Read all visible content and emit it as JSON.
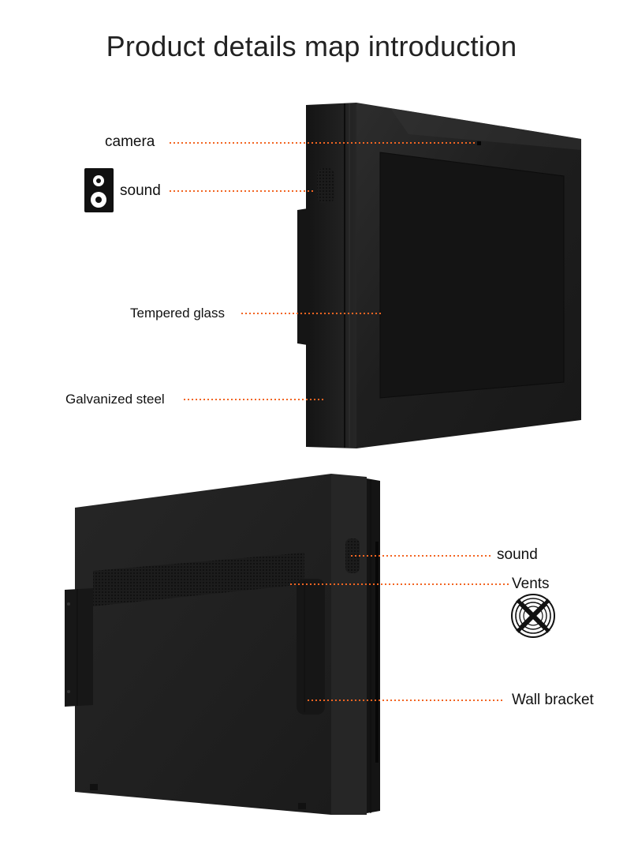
{
  "title": "Product details map introduction",
  "top_view": {
    "callouts": {
      "camera": "camera",
      "sound": "sound",
      "tempered_glass": "Tempered glass",
      "galvanized_steel": "Galvanized steel"
    },
    "icons": {
      "speaker": "speaker-icon"
    }
  },
  "bottom_view": {
    "callouts": {
      "sound": "sound",
      "vents": "Vents",
      "wall_bracket": "Wall bracket"
    },
    "icons": {
      "fan": "fan-icon"
    }
  },
  "colors": {
    "callout_line": "#f26522",
    "device_body": "#1e1e1e",
    "screen": "#141414"
  }
}
